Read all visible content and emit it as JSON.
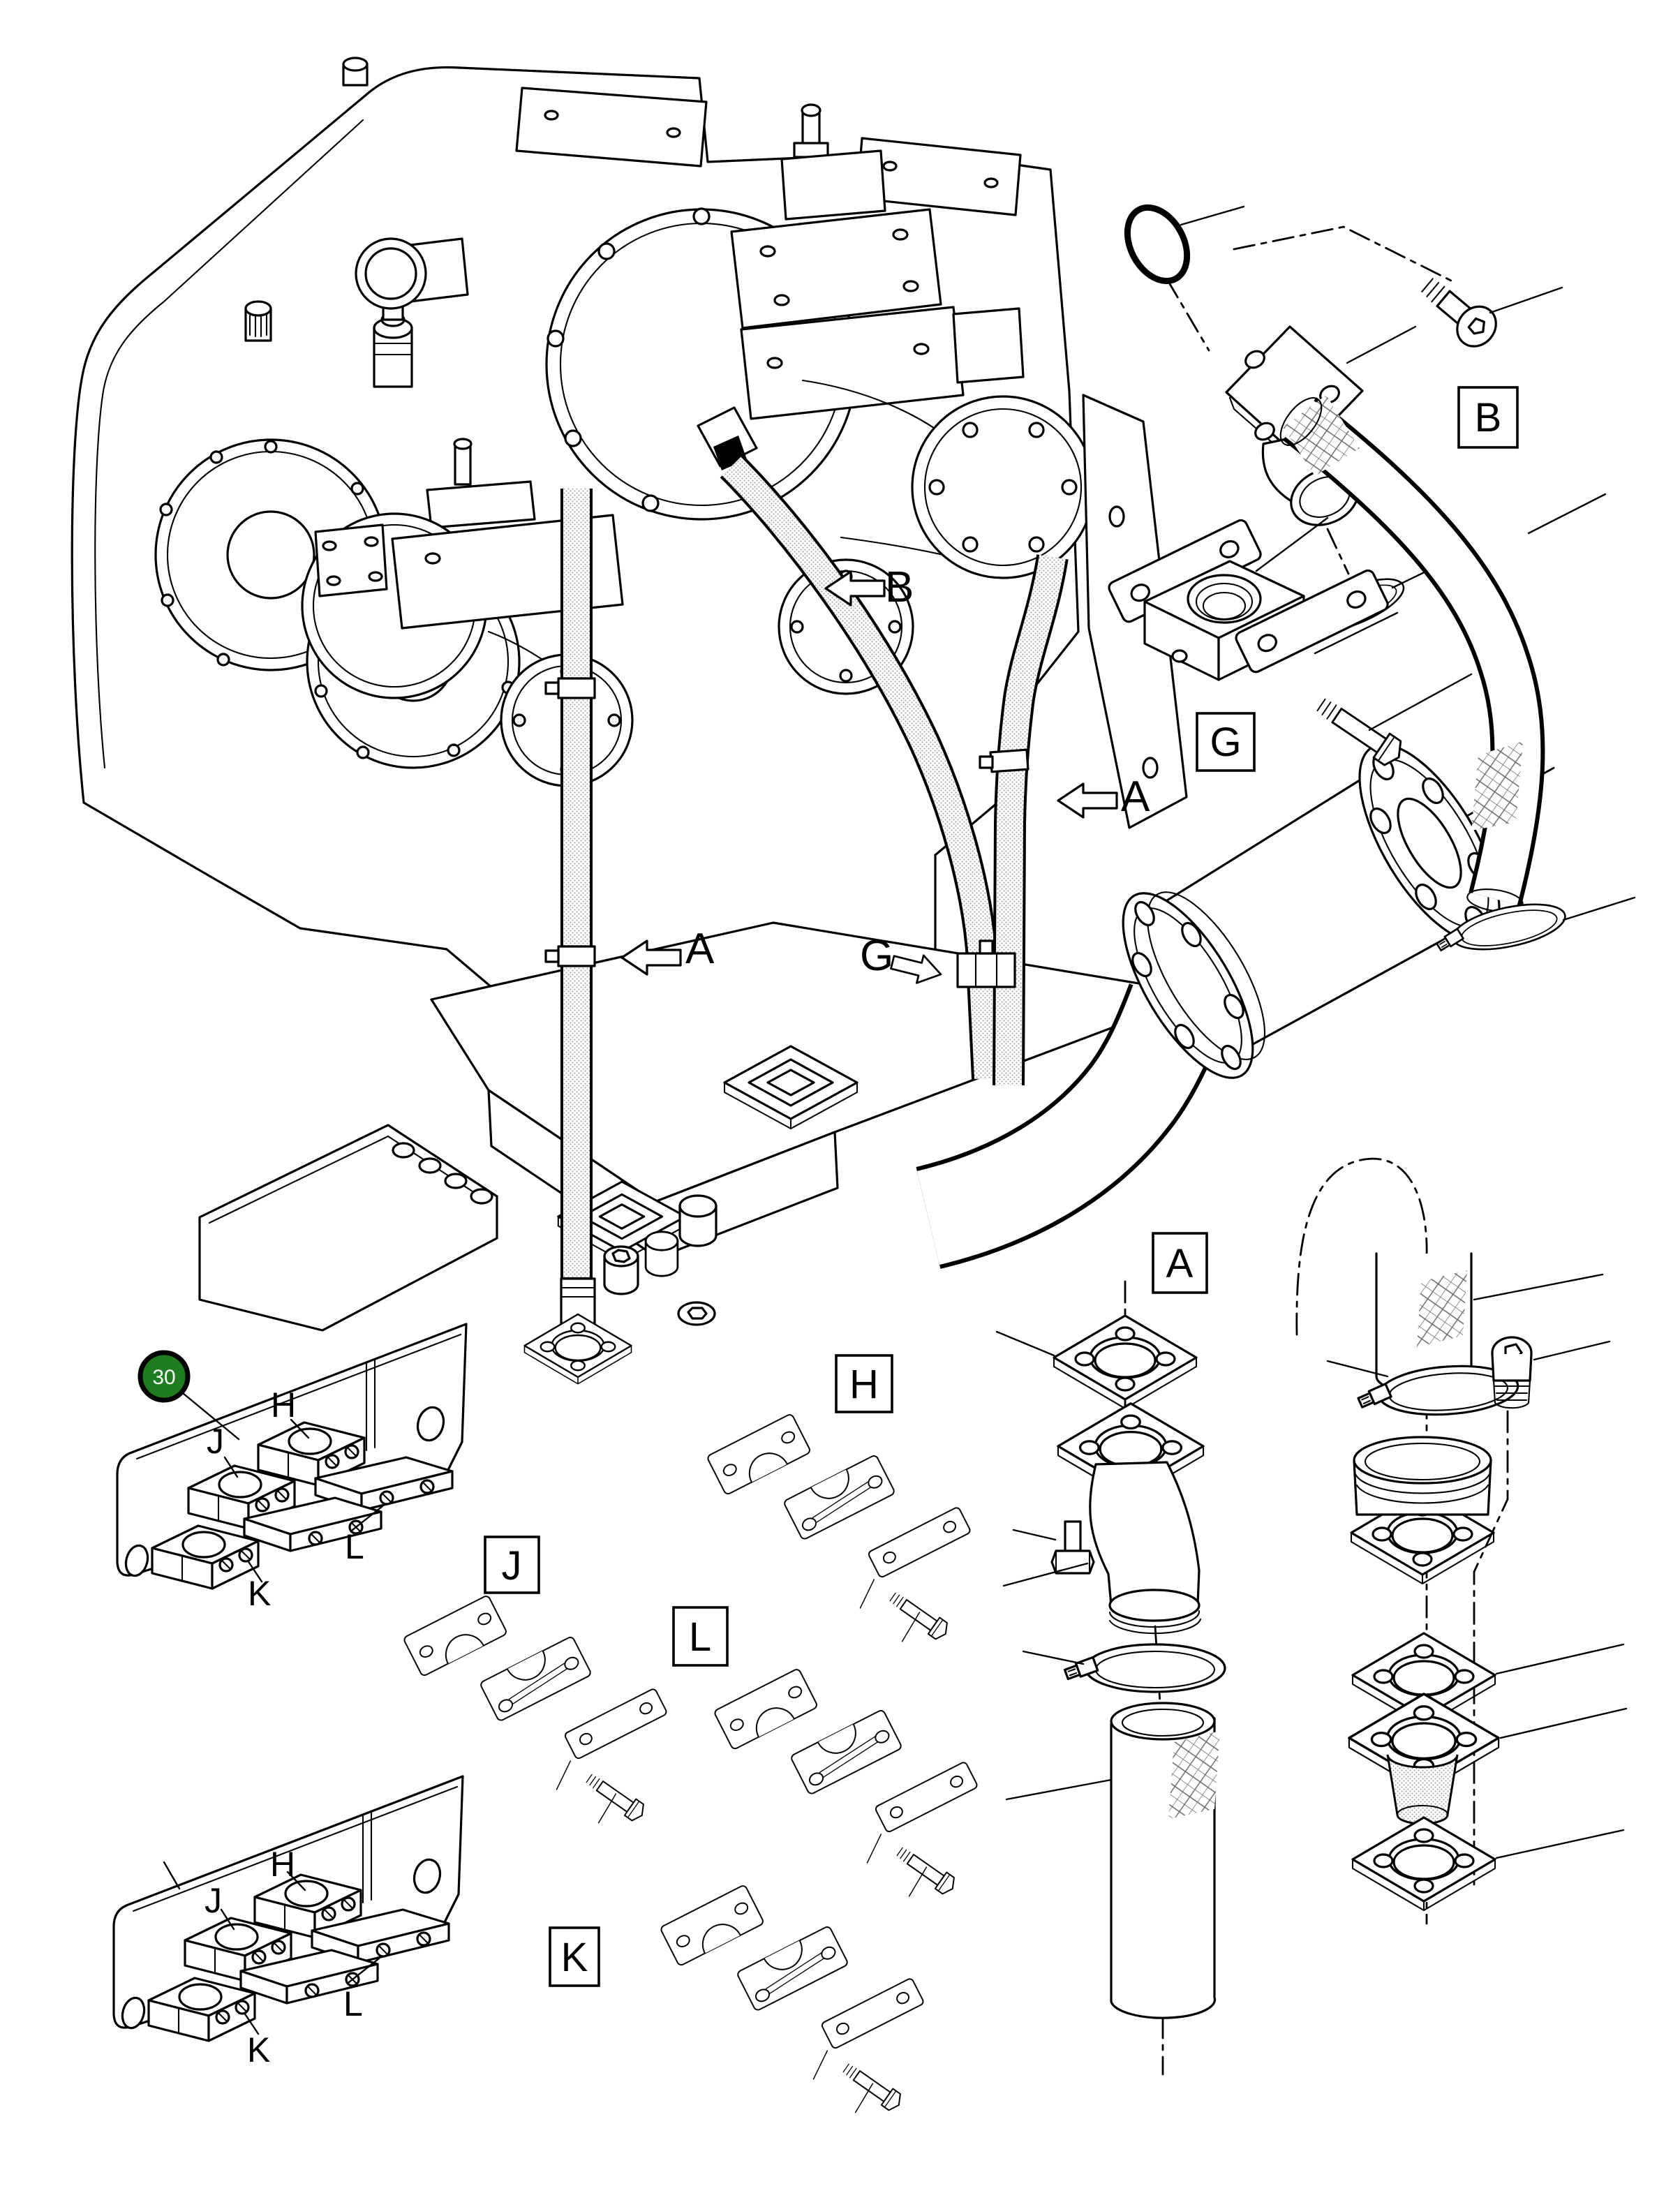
{
  "palette": {
    "line": "#000000",
    "background": "#ffffff",
    "hose_stipple_gray": "#9a9a9a",
    "balloon_fill": "#1e7d20",
    "balloon_text": "#ffffff"
  },
  "callout_balloon": {
    "number": "30"
  },
  "labels": {
    "A": "A",
    "B": "B",
    "G": "G",
    "H": "H",
    "J": "J",
    "K": "K",
    "L": "L"
  },
  "arrow_labels": {
    "b": "B",
    "a_right": "A",
    "a_left": "A",
    "g": "G"
  },
  "bracket_part_labels": {
    "upper": {
      "h": "H",
      "j": "J",
      "k": "K",
      "l": "L"
    },
    "lower": {
      "h": "H",
      "j": "J",
      "k": "K",
      "l": "L"
    }
  }
}
